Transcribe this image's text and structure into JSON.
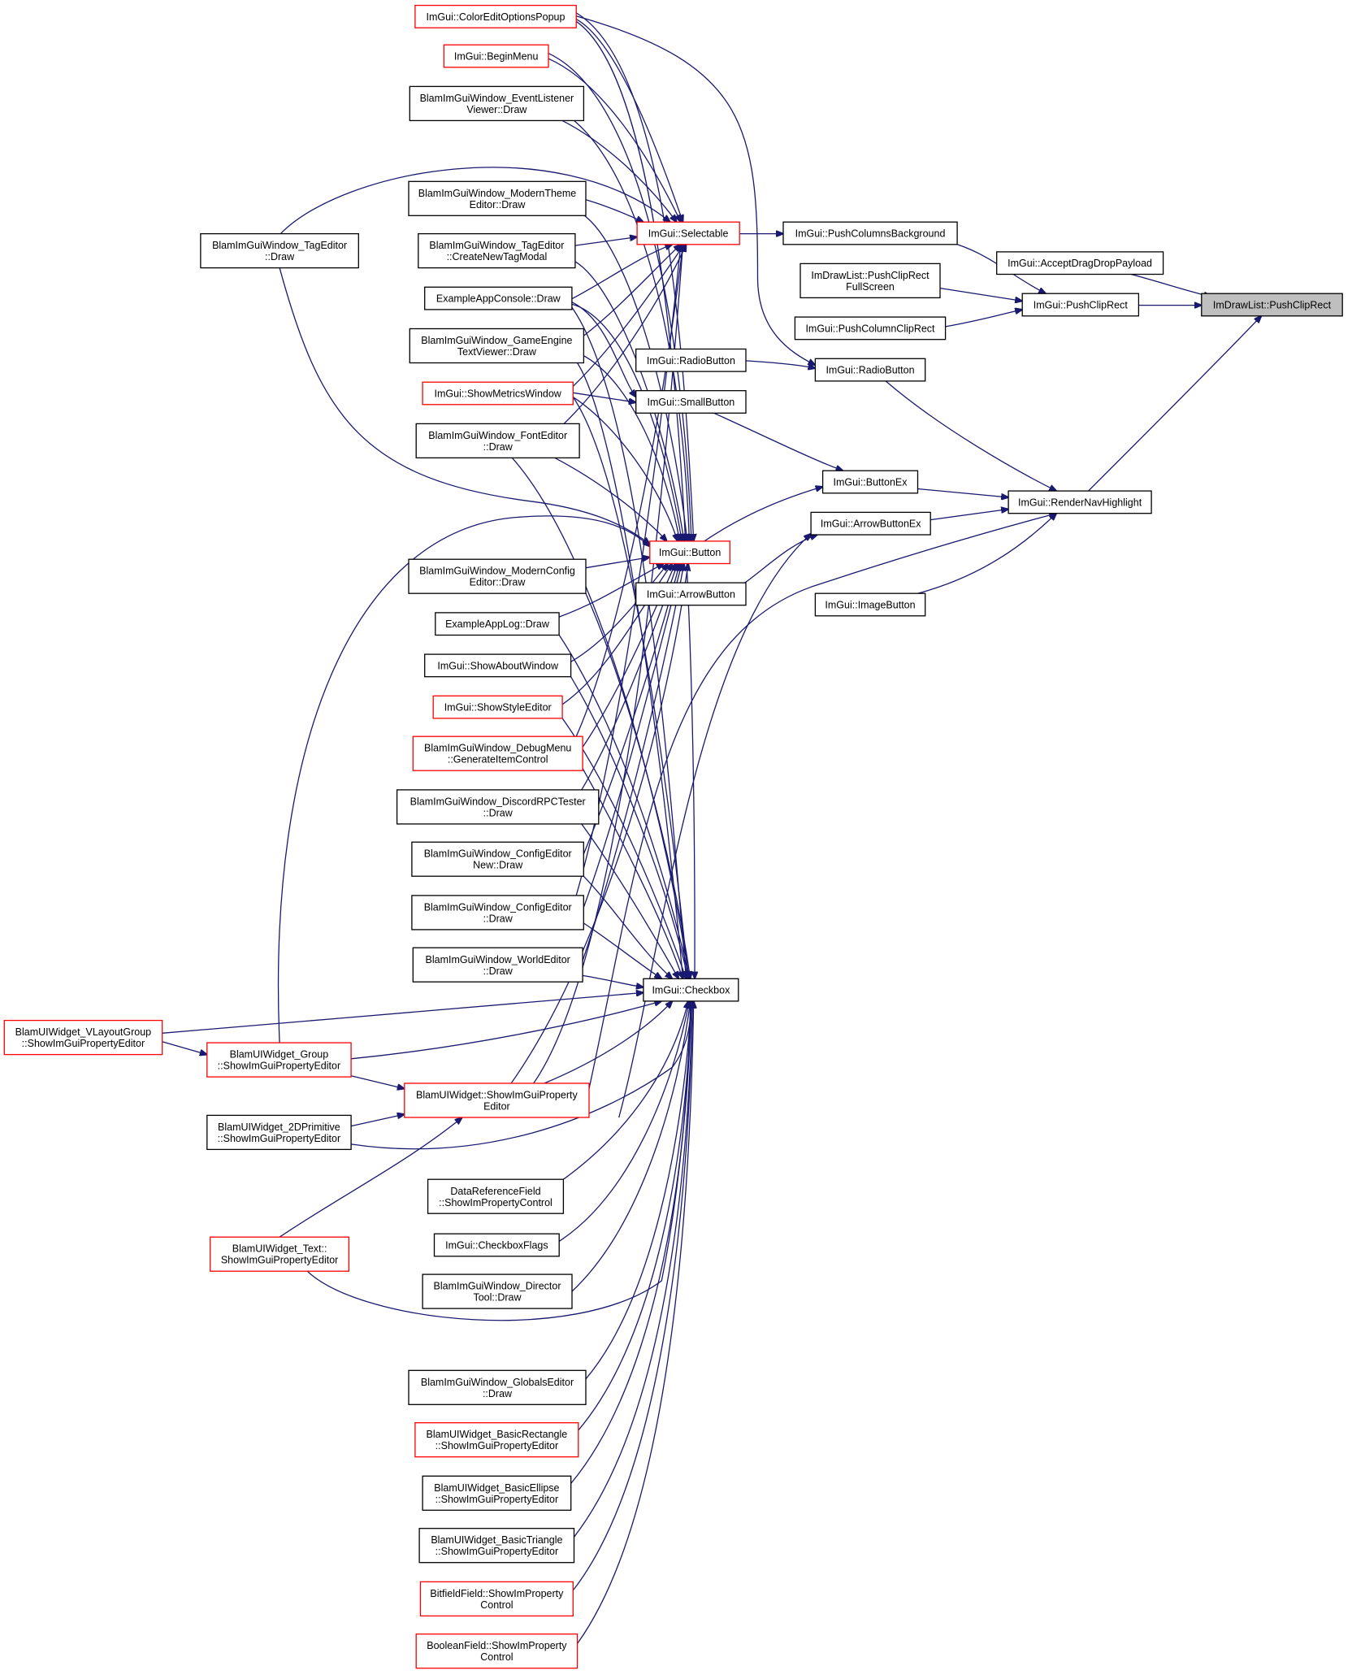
{
  "colors": {
    "edge": "#191970",
    "normal_border": "#000000",
    "link_border": "#ff0000",
    "focus_fill": "#bfbfbf"
  },
  "nodes": {
    "coloredit": {
      "lines": [
        "ImGui::ColorEditOptionsPopup"
      ],
      "border": "red"
    },
    "beginmenu": {
      "lines": [
        "ImGui::BeginMenu"
      ],
      "border": "red"
    },
    "eventlistener": {
      "lines": [
        "BlamImGuiWindow_EventListener",
        "Viewer::Draw"
      ],
      "border": "black"
    },
    "moderntheme": {
      "lines": [
        "BlamImGuiWindow_ModernTheme",
        "Editor::Draw"
      ],
      "border": "black"
    },
    "tageditor_draw": {
      "lines": [
        "BlamImGuiWindow_TagEditor",
        "::Draw"
      ],
      "border": "black"
    },
    "tageditor_newtag": {
      "lines": [
        "BlamImGuiWindow_TagEditor",
        "::CreateNewTagModal"
      ],
      "border": "black"
    },
    "appconsole": {
      "lines": [
        "ExampleAppConsole::Draw"
      ],
      "border": "black"
    },
    "gameengine": {
      "lines": [
        "BlamImGuiWindow_GameEngine",
        "TextViewer::Draw"
      ],
      "border": "black"
    },
    "metrics": {
      "lines": [
        "ImGui::ShowMetricsWindow"
      ],
      "border": "red"
    },
    "fonteditor": {
      "lines": [
        "BlamImGuiWindow_FontEditor",
        "::Draw"
      ],
      "border": "black"
    },
    "modernconfig": {
      "lines": [
        "BlamImGuiWindow_ModernConfig",
        "Editor::Draw"
      ],
      "border": "black"
    },
    "applog": {
      "lines": [
        "ExampleAppLog::Draw"
      ],
      "border": "black"
    },
    "about": {
      "lines": [
        "ImGui::ShowAboutWindow"
      ],
      "border": "black"
    },
    "styleeditor": {
      "lines": [
        "ImGui::ShowStyleEditor"
      ],
      "border": "red"
    },
    "debugmenu": {
      "lines": [
        "BlamImGuiWindow_DebugMenu",
        "::GenerateItemControl"
      ],
      "border": "red"
    },
    "discord": {
      "lines": [
        "BlamImGuiWindow_DiscordRPCTester",
        "::Draw"
      ],
      "border": "black"
    },
    "confignew": {
      "lines": [
        "BlamImGuiWindow_ConfigEditor",
        "New::Draw"
      ],
      "border": "black"
    },
    "configeditor": {
      "lines": [
        "BlamImGuiWindow_ConfigEditor",
        "::Draw"
      ],
      "border": "black"
    },
    "worldeditor": {
      "lines": [
        "BlamImGuiWindow_WorldEditor",
        "::Draw"
      ],
      "border": "black"
    },
    "vlayout": {
      "lines": [
        "BlamUIWidget_VLayoutGroup",
        "::ShowImGuiPropertyEditor"
      ],
      "border": "red"
    },
    "group": {
      "lines": [
        "BlamUIWidget_Group",
        "::ShowImGuiPropertyEditor"
      ],
      "border": "red"
    },
    "widget": {
      "lines": [
        "BlamUIWidget::ShowImGuiProperty",
        "Editor"
      ],
      "border": "red"
    },
    "prim2d": {
      "lines": [
        "BlamUIWidget_2DPrimitive",
        "::ShowImGuiPropertyEditor"
      ],
      "border": "black"
    },
    "dataref": {
      "lines": [
        "DataReferenceField",
        "::ShowImPropertyControl"
      ],
      "border": "black"
    },
    "checkboxflags": {
      "lines": [
        "ImGui::CheckboxFlags"
      ],
      "border": "black"
    },
    "text": {
      "lines": [
        "BlamUIWidget_Text::",
        "ShowImGuiPropertyEditor"
      ],
      "border": "red"
    },
    "director": {
      "lines": [
        "BlamImGuiWindow_Director",
        "Tool::Draw"
      ],
      "border": "black"
    },
    "globals": {
      "lines": [
        "BlamImGuiWindow_GlobalsEditor",
        "::Draw"
      ],
      "border": "black"
    },
    "rect": {
      "lines": [
        "BlamUIWidget_BasicRectangle",
        "::ShowImGuiPropertyEditor"
      ],
      "border": "red"
    },
    "ellipse": {
      "lines": [
        "BlamUIWidget_BasicEllipse",
        "::ShowImGuiPropertyEditor"
      ],
      "border": "black"
    },
    "triangle": {
      "lines": [
        "BlamUIWidget_BasicTriangle",
        "::ShowImGuiPropertyEditor"
      ],
      "border": "black"
    },
    "bitfield": {
      "lines": [
        "BitfieldField::ShowImProperty",
        "Control"
      ],
      "border": "red"
    },
    "boolean": {
      "lines": [
        "BooleanField::ShowImProperty",
        "Control"
      ],
      "border": "red"
    },
    "selectable": {
      "lines": [
        "ImGui::Selectable"
      ],
      "border": "red"
    },
    "radiobutton1": {
      "lines": [
        "ImGui::RadioButton"
      ],
      "border": "black"
    },
    "smallbutton": {
      "lines": [
        "ImGui::SmallButton"
      ],
      "border": "black"
    },
    "button": {
      "lines": [
        "ImGui::Button"
      ],
      "border": "red"
    },
    "arrowbutton": {
      "lines": [
        "ImGui::ArrowButton"
      ],
      "border": "black"
    },
    "checkbox": {
      "lines": [
        "ImGui::Checkbox"
      ],
      "border": "black"
    },
    "pushcolbg": {
      "lines": [
        "ImGui::PushColumnsBackground"
      ],
      "border": "black"
    },
    "fullscreen": {
      "lines": [
        "ImDrawList::PushClipRect",
        "FullScreen"
      ],
      "border": "black"
    },
    "pushcolclip": {
      "lines": [
        "ImGui::PushColumnClipRect"
      ],
      "border": "black"
    },
    "radiobutton2": {
      "lines": [
        "ImGui::RadioButton"
      ],
      "border": "black"
    },
    "buttonex": {
      "lines": [
        "ImGui::ButtonEx"
      ],
      "border": "black"
    },
    "arrowbuttonex": {
      "lines": [
        "ImGui::ArrowButtonEx"
      ],
      "border": "black"
    },
    "imagebutton": {
      "lines": [
        "ImGui::ImageButton"
      ],
      "border": "black"
    },
    "acceptdrag": {
      "lines": [
        "ImGui::AcceptDragDropPayload"
      ],
      "border": "black"
    },
    "pushcliprect": {
      "lines": [
        "ImGui::PushClipRect"
      ],
      "border": "black"
    },
    "rendernav": {
      "lines": [
        "ImGui::RenderNavHighlight"
      ],
      "border": "black"
    },
    "target": {
      "lines": [
        "ImDrawList::PushClipRect"
      ],
      "border": "focus"
    }
  }
}
